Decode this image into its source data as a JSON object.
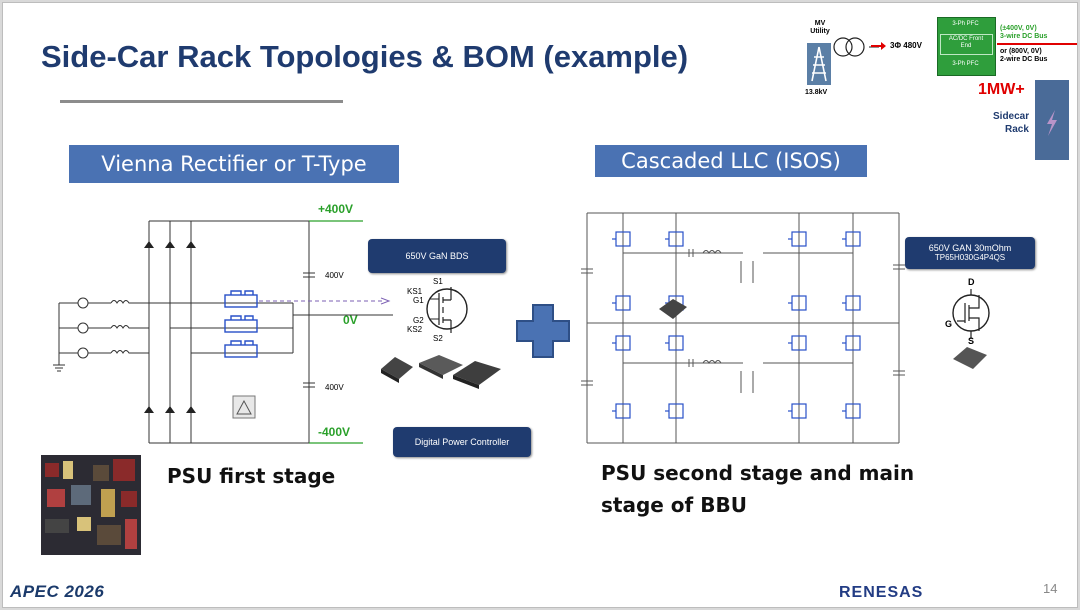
{
  "slide": {
    "title": "Side-Car Rack Topologies & BOM (example)",
    "page_number": "14",
    "footer_logo_left": "APEC 2026",
    "footer_logo_right": "RENESAS"
  },
  "inset": {
    "mv_utility": "MV Utility",
    "voltage_13_8": "13.8kV",
    "three_phase_480": "3Φ 480V",
    "pfc_top": "3-Ph PFC",
    "acdc": "AC/DC Front End",
    "pfc_bottom": "3-Ph PFC",
    "bus1_voltage": "(±400V, 0V)",
    "bus1_name": "3-wire DC Bus",
    "bus2_voltage": "or (800V, 0V)",
    "bus2_name": "2-wire DC Bus",
    "power": "1MW+",
    "sidecar_line1": "Sidecar",
    "sidecar_line2": "Rack"
  },
  "left_section": {
    "header": "Vienna Rectifier or T-Type",
    "rail_pos": "+400V",
    "rail_zero": "0V",
    "rail_neg": "-400V",
    "cap_top": "400V",
    "cap_bottom": "400V",
    "switch_chip": "650V GaN BDS",
    "controller_chip": "Digital Power Controller",
    "pins": {
      "s1": "S1",
      "ks1": "KS1",
      "g1": "G1",
      "g2": "G2",
      "ks2": "KS2",
      "s2": "S2"
    },
    "caption": "PSU first stage"
  },
  "right_section": {
    "header": "Cascaded LLC (ISOS)",
    "chip_line1": "650V GAN 30mOhm",
    "chip_line2": "TP65H030G4P4QS",
    "pin_d": "D",
    "pin_g": "G",
    "pin_s": "S",
    "caption_line1": "PSU second stage and main",
    "caption_line2": "stage of BBU"
  },
  "colors": {
    "title_blue": "#1f3b6f",
    "header_blue": "#4a72b3",
    "plus_blue": "#4a72b3",
    "rail_green": "#2aa02a",
    "switch_blue": "#2850c8",
    "power_red": "#e00000"
  }
}
